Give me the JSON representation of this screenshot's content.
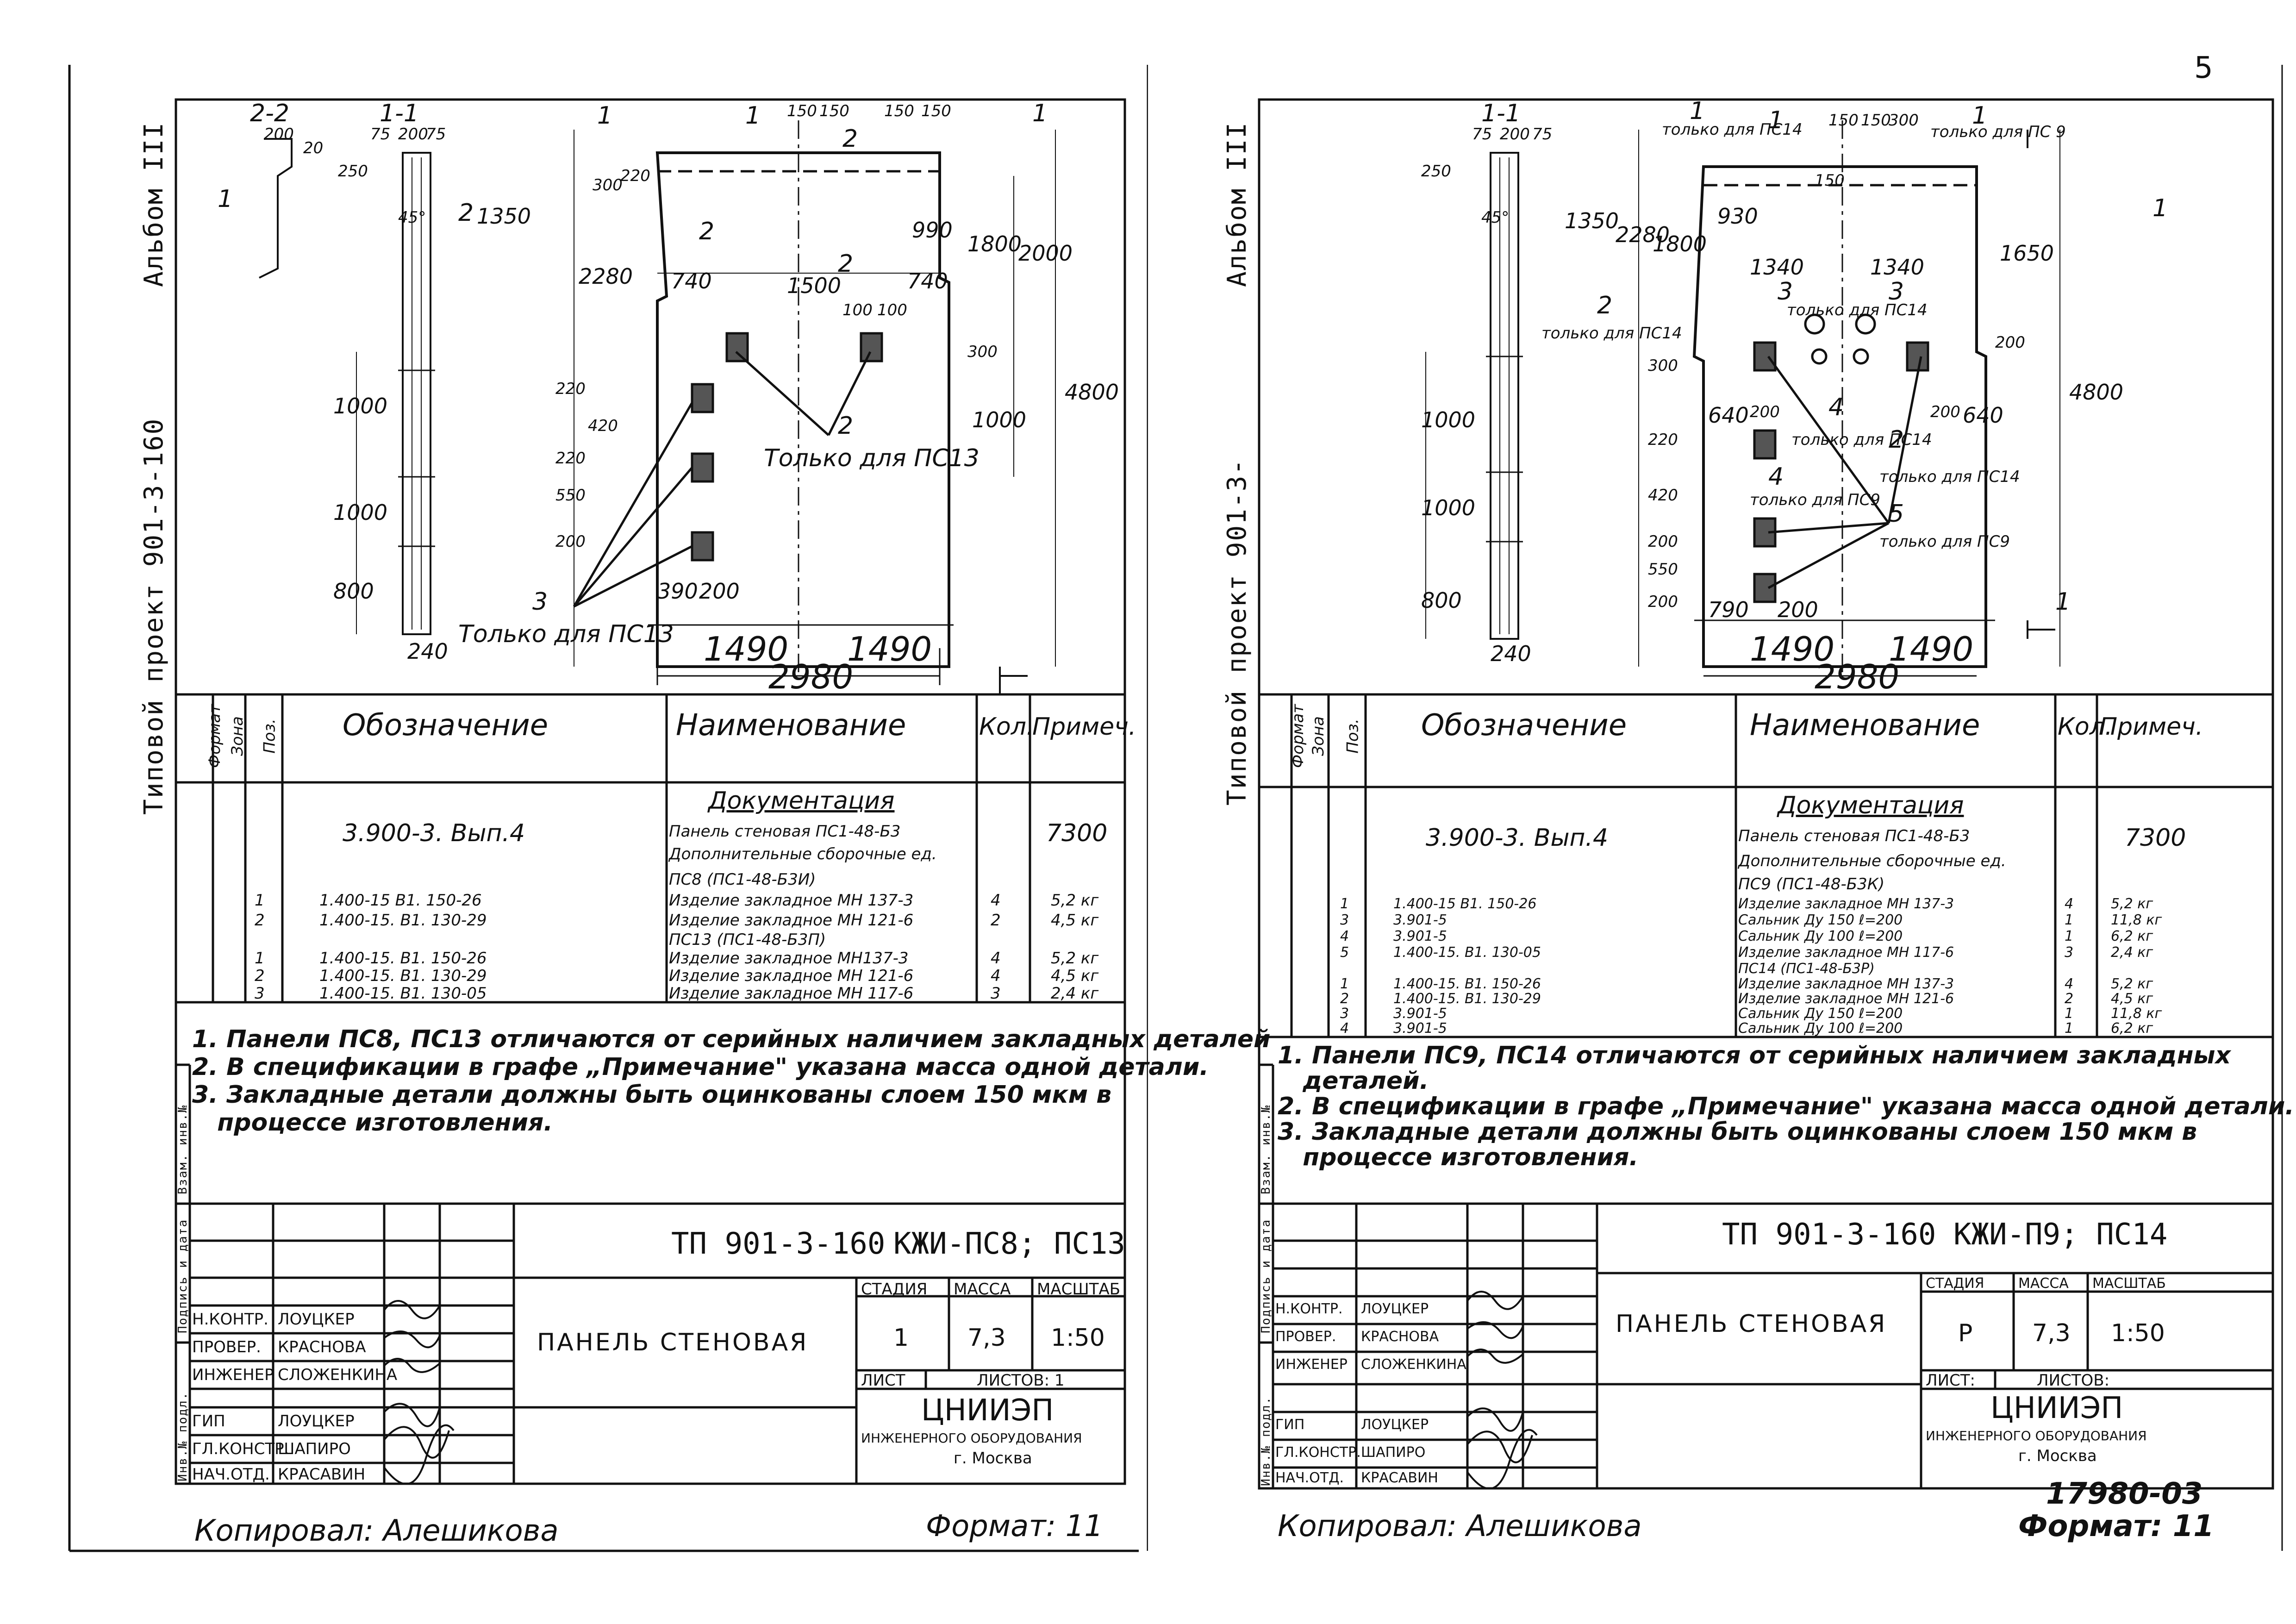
{
  "page_number": "5",
  "sheet_code_bottom": "17980-03",
  "sheets": [
    {
      "album_label": "Альбом III",
      "project_label": "Типовой проект 901-3-160",
      "drawing": {
        "section_2_2": "2-2",
        "section_1_1": "1-1",
        "dims_top": [
          "200",
          "20",
          "75",
          "200",
          "75",
          "250",
          "1350",
          "45°"
        ],
        "dims_top_right": [
          "150",
          "150",
          "150",
          "150",
          "300",
          "220",
          "2280",
          "990",
          "1800",
          "2000",
          "740",
          "1500",
          "740",
          "100",
          "100",
          "300",
          "1000",
          "4800"
        ],
        "dims_side": [
          "1000",
          "1000",
          "800",
          "240",
          "220",
          "420",
          "220",
          "550",
          "200"
        ],
        "dims_bottom": [
          "390",
          "200",
          "1490",
          "1490",
          "2980"
        ],
        "callouts": [
          "1",
          "1",
          "1",
          "2",
          "2",
          "2",
          "2",
          "2",
          "3",
          "1"
        ],
        "notes_drawing": [
          "Только для ПС13",
          "Только для ПС13"
        ]
      },
      "spec": {
        "headers": [
          "Формат",
          "Зона",
          "Поз.",
          "Обозначение",
          "Наименование",
          "Кол.",
          "Примеч."
        ],
        "section": "Документация",
        "rows": [
          {
            "pos": "",
            "code": "3.900-3. Вып.4",
            "name": "Панель стеновая ПС1-48-Б3",
            "qty": "",
            "note": "7300"
          },
          {
            "pos": "",
            "code": "",
            "name": "Дополнительные сборочные ед.",
            "qty": "",
            "note": ""
          },
          {
            "pos": "",
            "code": "",
            "name": "ПС8 (ПС1-48-Б3И)",
            "qty": "",
            "note": ""
          },
          {
            "pos": "1",
            "code": "1.400-15 В1. 150-26",
            "name": "Изделие закладное МН 137-3",
            "qty": "4",
            "note": "5,2 кг"
          },
          {
            "pos": "2",
            "code": "1.400-15. В1. 130-29",
            "name": "Изделие закладное МН 121-6",
            "qty": "2",
            "note": "4,5 кг"
          },
          {
            "pos": "",
            "code": "",
            "name": "ПС13 (ПС1-48-Б3П)",
            "qty": "",
            "note": ""
          },
          {
            "pos": "1",
            "code": "1.400-15. В1. 150-26",
            "name": "Изделие закладное МН137-3",
            "qty": "4",
            "note": "5,2 кг"
          },
          {
            "pos": "2",
            "code": "1.400-15. В1. 130-29",
            "name": "Изделие закладное МН 121-6",
            "qty": "4",
            "note": "4,5 кг"
          },
          {
            "pos": "3",
            "code": "1.400-15. В1. 130-05",
            "name": "Изделие закладное МН 117-6",
            "qty": "3",
            "note": "2,4 кг"
          }
        ]
      },
      "notes": [
        "1. Панели ПС8, ПС13 отличаются от серийных наличием закладных деталей",
        "2. В спецификации в графе „Примечание\" указана масса одной детали.",
        "3. Закладные детали должны быть оцинкованы слоем 150 мкм в",
        "   процессе изготовления."
      ],
      "side_labels": [
        "Инв.№ подл.",
        "Подпись и дата",
        "Взам. инв.№"
      ],
      "stamp": {
        "code": "ТП 901-3-160",
        "mark": "КЖИ-ПС8; ПС13",
        "title": "Панель стеновая",
        "people": [
          [
            "Н.контр.",
            "Лоуцкер"
          ],
          [
            "Провер.",
            "Краснова"
          ],
          [
            "Инженер",
            "Сложенкина"
          ],
          [
            "ГИП",
            "Лоуцкер"
          ],
          [
            "Гл.констр.",
            "Шапиро"
          ],
          [
            "Нач.отд.",
            "Красавин"
          ]
        ],
        "stage_h": "Стадия",
        "mass_h": "Масса",
        "scale_h": "Масштаб",
        "stage": "1",
        "mass": "7,3",
        "scale": "1:50",
        "sheet_h": "Лист",
        "sheets_h": "Листов: 1",
        "org": "ЦНИИЭП",
        "org_sub": "инженерного оборудования",
        "city": "г. Москва"
      },
      "copied": "Копировал: Алешикова",
      "format": "Формат: 11"
    },
    {
      "album_label": "Альбом III",
      "project_label": "Типовой проект 901-3-",
      "drawing": {
        "section_1_1": "1-1",
        "dims_top": [
          "75",
          "200",
          "75",
          "250",
          "1350",
          "2280",
          "1800",
          "45°",
          "930",
          "150",
          "150",
          "150",
          "300",
          "1650",
          "1340",
          "1340",
          "200",
          "4800"
        ],
        "dims_side": [
          "1000",
          "1000",
          "800",
          "240",
          "300",
          "220",
          "420",
          "200",
          "550",
          "200"
        ],
        "dims_mid": [
          "640",
          "200",
          "200",
          "640",
          "790",
          "200"
        ],
        "dims_bottom": [
          "1490",
          "1490",
          "2980"
        ],
        "callouts": [
          "1",
          "1",
          "1",
          "1",
          "2",
          "2",
          "3",
          "3",
          "4",
          "4",
          "5",
          "1"
        ],
        "notes_drawing": [
          "только для ПС14",
          "только для ПС 9",
          "только для ПС14",
          "только для ПС14",
          "только для ПС14",
          "только для ПС14",
          "только для ПС9",
          "только для ПС9"
        ]
      },
      "spec": {
        "headers": [
          "Формат",
          "Зона",
          "Поз.",
          "Обозначение",
          "Наименование",
          "Кол.",
          "Примеч."
        ],
        "section": "Документация",
        "rows": [
          {
            "pos": "",
            "code": "3.900-3. Вып.4",
            "name": "Панель стеновая ПС1-48-Б3",
            "qty": "",
            "note": "7300"
          },
          {
            "pos": "",
            "code": "",
            "name": "Дополнительные сборочные ед.",
            "qty": "",
            "note": ""
          },
          {
            "pos": "",
            "code": "",
            "name": "ПС9 (ПС1-48-Б3К)",
            "qty": "",
            "note": ""
          },
          {
            "pos": "1",
            "code": "1.400-15 В1. 150-26",
            "name": "Изделие закладное МН 137-3",
            "qty": "4",
            "note": "5,2 кг"
          },
          {
            "pos": "3",
            "code": "3.901-5",
            "name": "Сальник Ду 150 ℓ=200",
            "qty": "1",
            "note": "11,8 кг"
          },
          {
            "pos": "4",
            "code": "3.901-5",
            "name": "Сальник Ду 100 ℓ=200",
            "qty": "1",
            "note": "6,2 кг"
          },
          {
            "pos": "5",
            "code": "1.400-15. В1. 130-05",
            "name": "Изделие закладное МН 117-6",
            "qty": "3",
            "note": "2,4 кг"
          },
          {
            "pos": "",
            "code": "",
            "name": "ПС14 (ПС1-48-Б3Р)",
            "qty": "",
            "note": ""
          },
          {
            "pos": "1",
            "code": "1.400-15. В1. 150-26",
            "name": "Изделие закладное МН 137-3",
            "qty": "4",
            "note": "5,2 кг"
          },
          {
            "pos": "2",
            "code": "1.400-15. В1. 130-29",
            "name": "Изделие закладное МН 121-6",
            "qty": "2",
            "note": "4,5 кг"
          },
          {
            "pos": "3",
            "code": "3.901-5",
            "name": "Сальник Ду 150 ℓ=200",
            "qty": "1",
            "note": "11,8 кг"
          },
          {
            "pos": "4",
            "code": "3.901-5",
            "name": "Сальник Ду 100 ℓ=200",
            "qty": "1",
            "note": "6,2 кг"
          }
        ]
      },
      "notes": [
        "1. Панели ПС9, ПС14 отличаются от серийных наличием закладных",
        "   деталей.",
        "2. В спецификации в графе „Примечание\" указана масса одной детали.",
        "3. Закладные детали должны быть оцинкованы слоем 150 мкм в",
        "   процессе изготовления."
      ],
      "side_labels": [
        "Инв.№ подл.",
        "Подпись и дата",
        "Взам. инв.№"
      ],
      "stamp": {
        "code": "ТП 901-3-160",
        "mark": "КЖИ-П9; ПС14",
        "title": "Панель стеновая",
        "people": [
          [
            "Н.контр.",
            "Лоуцкер"
          ],
          [
            "Провер.",
            "Краснова"
          ],
          [
            "Инженер",
            "Сложенкина"
          ],
          [
            "ГИП",
            "Лоуцкер"
          ],
          [
            "Гл.констр.",
            "Шапиро"
          ],
          [
            "Нач.отд.",
            "Красавин"
          ]
        ],
        "stage_h": "Стадия",
        "mass_h": "Масса",
        "scale_h": "Масштаб",
        "stage": "Р",
        "mass": "7,3",
        "scale": "1:50",
        "sheet_h": "Лист:",
        "sheets_h": "Листов:",
        "org": "ЦНИИЭП",
        "org_sub": "инженерного оборудования",
        "city": "г. Москва"
      },
      "copied": "Копировал: Алешикова",
      "format": "Формат: 11"
    }
  ]
}
